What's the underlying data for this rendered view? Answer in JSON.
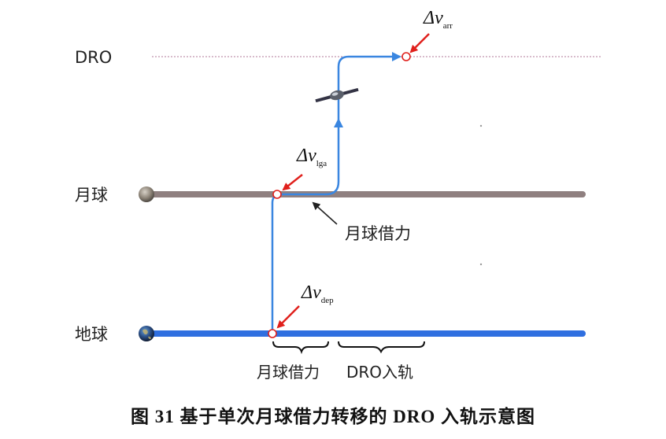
{
  "labels": {
    "dro": "DRO",
    "moon": "月球",
    "earth": "地球",
    "lunar_flyby_pointer": "月球借力",
    "segment_lunar_flyby": "月球借力",
    "segment_dro_insertion": "DRO入轨"
  },
  "maneuvers": {
    "arr": {
      "symbol": "Δv",
      "subscript": "arr"
    },
    "lga": {
      "symbol": "Δv",
      "subscript": "lga"
    },
    "dep": {
      "symbol": "Δv",
      "subscript": "dep"
    }
  },
  "caption": "图 31 基于单次月球借力转移的 DRO 入轨示意图",
  "colors": {
    "trajectory": "#3a86e0",
    "earth_line": "#2f6fe0",
    "moon_line": "#8f8080",
    "dro_line": "#b07a9a",
    "maneuver_arrow": "#e0201c",
    "maneuver_point": "#e0201c"
  },
  "icons": {
    "moon": "moon-icon",
    "earth": "earth-icon",
    "spacecraft": "spacecraft-icon"
  }
}
